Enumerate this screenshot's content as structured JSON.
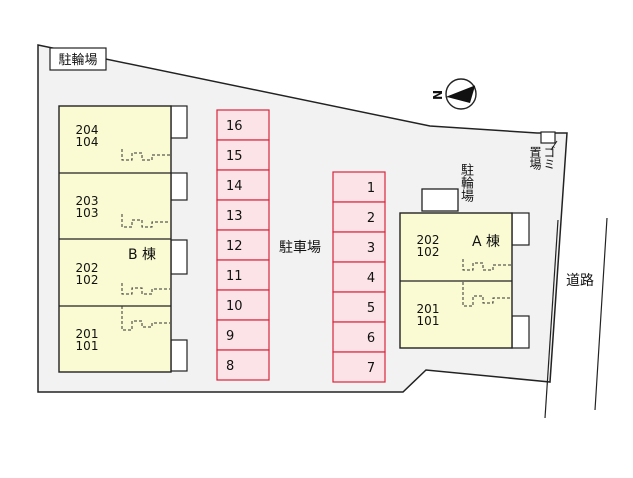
{
  "labels": {
    "bicycle_parking_main": "駐輪場",
    "parking": "駐車場",
    "bicycle_parking_a": "駐輪場",
    "garbage": "ゴミ置場",
    "road": "道路",
    "building_a": "A 棟",
    "building_b": "B 棟"
  },
  "building_b_units": [
    [
      "204",
      "104"
    ],
    [
      "203",
      "103"
    ],
    [
      "202",
      "102"
    ],
    [
      "201",
      "101"
    ]
  ],
  "building_a_units": [
    [
      "202",
      "102"
    ],
    [
      "201",
      "101"
    ]
  ],
  "parking_left": [
    "16",
    "15",
    "14",
    "13",
    "12",
    "11",
    "10",
    "9",
    "8"
  ],
  "parking_right": [
    "1",
    "2",
    "3",
    "4",
    "5",
    "6",
    "7"
  ],
  "icons": {
    "compass": "north-arrow-icon"
  },
  "colors": {
    "lot": "#f2f2f2",
    "building": "#fafbd2",
    "parking_fill": "#fce3e7",
    "parking_stroke": "#d9263c",
    "outline": "#222222"
  }
}
